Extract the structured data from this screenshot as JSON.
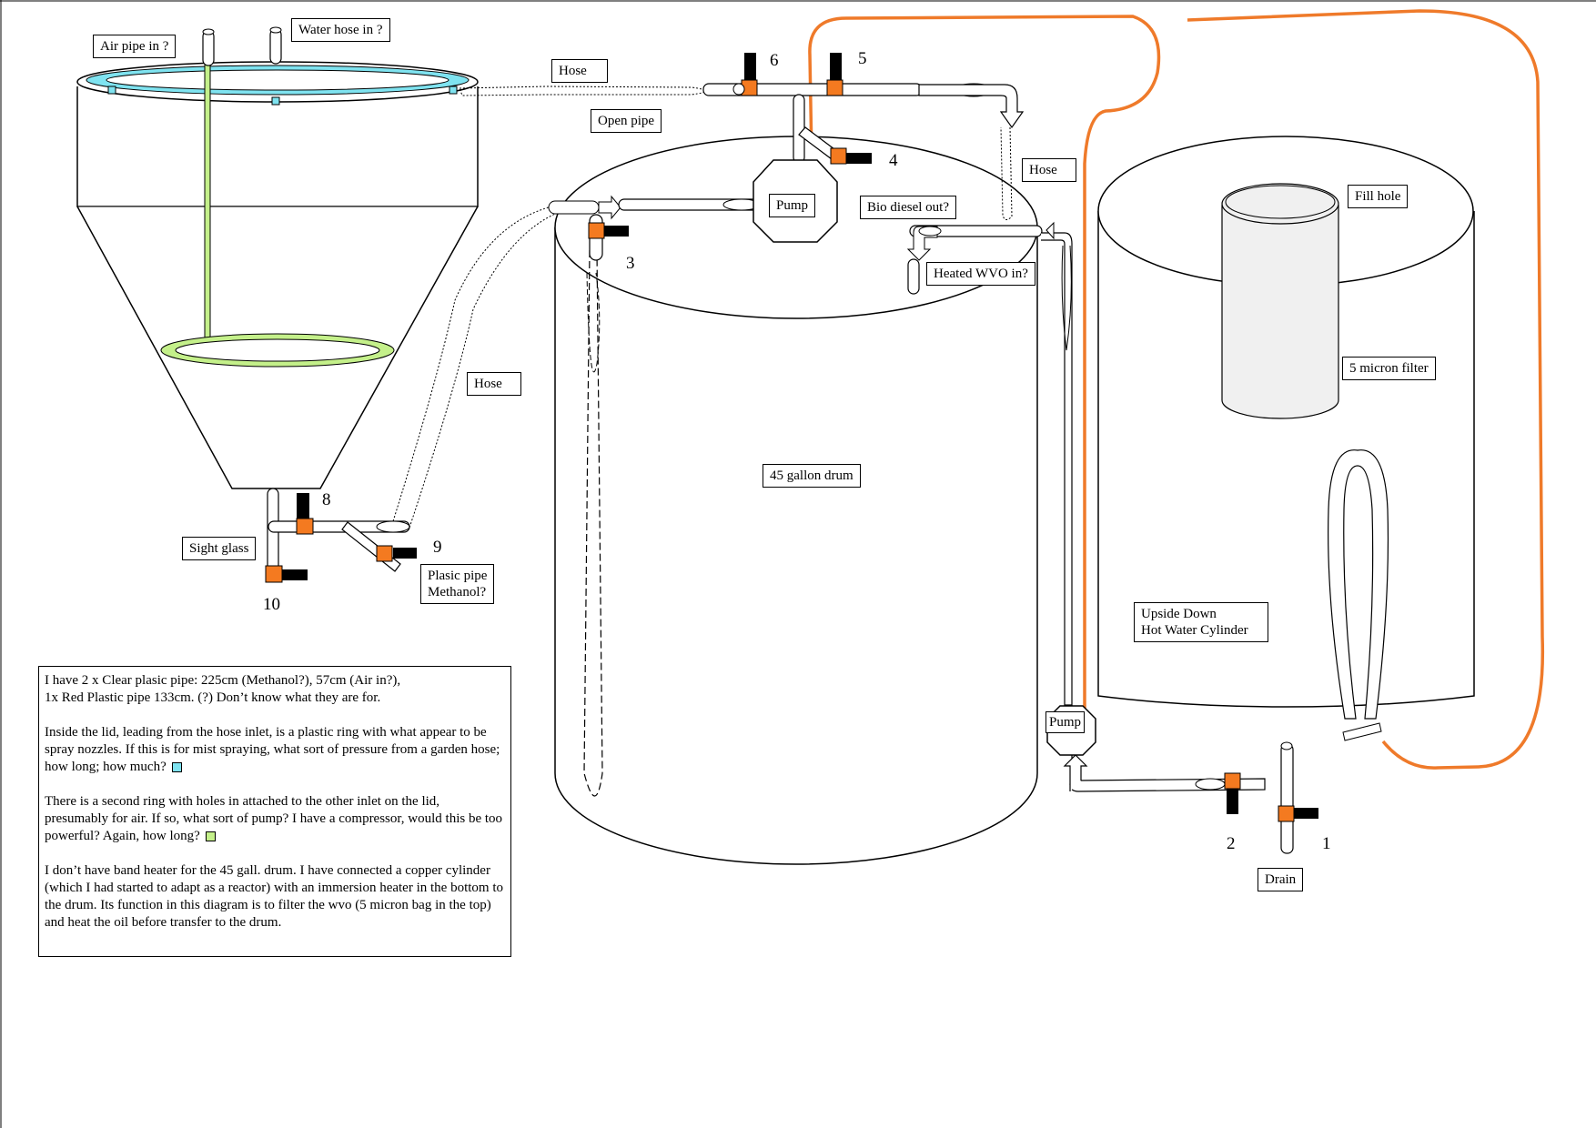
{
  "colors": {
    "ring_cyan": "#7fe3f0",
    "ring_green": "#c4f08a",
    "valve_orange": "#f47a20",
    "wire_orange": "#ef7a2a",
    "handle_black": "#000000"
  },
  "labels": {
    "air_pipe_in": "Air pipe in ?",
    "water_hose_in": "Water hose in ?",
    "hose_top": "Hose",
    "open_pipe": "Open pipe",
    "pump_top": "Pump",
    "bio_diesel_out": "Bio diesel out?",
    "hose_right": "Hose",
    "heated_wvo_in": "Heated WVO in?",
    "fill_hole": "Fill hole",
    "five_micron_filter": "5 micron filter",
    "hose_left": "Hose",
    "drum": "45 gallon drum",
    "sight_glass": "Sight glass",
    "plastic_pipe_line1": "Plasic pipe",
    "plastic_pipe_line2": "Methanol?",
    "cylinder_line1": "Upside Down",
    "cylinder_line2": "Hot Water Cylinder",
    "pump_bottom": "Pump",
    "drain": "Drain"
  },
  "valve_numbers": [
    "1",
    "2",
    "3",
    "4",
    "5",
    "6",
    "8",
    "9",
    "10"
  ],
  "notes": {
    "p1_line1": "I have 2 x Clear plasic pipe: 225cm (Methanol?),  57cm  (Air in?),",
    "p1_line2": "1x Red Plastic pipe      133cm. (?) Don’t know what they are for.",
    "p2": "Inside the lid, leading from the hose inlet, is a plastic ring with what appear to be spray nozzles. If this is for mist spraying, what sort of pressure from a garden hose; how long; how much?",
    "p3": "There is a second ring with holes in attached to the other inlet on the lid, presumably for air. If so, what sort of pump? I have a compressor, would this be too powerful? Again, how long?",
    "p4": "I don’t have band heater for the 45 gall. drum. I have connected a copper cylinder (which I had started to adapt as a reactor) with an immersion heater in the bottom to the drum. Its function in this diagram is to filter the wvo (5 micron bag in the top) and heat the oil before transfer to the drum."
  }
}
